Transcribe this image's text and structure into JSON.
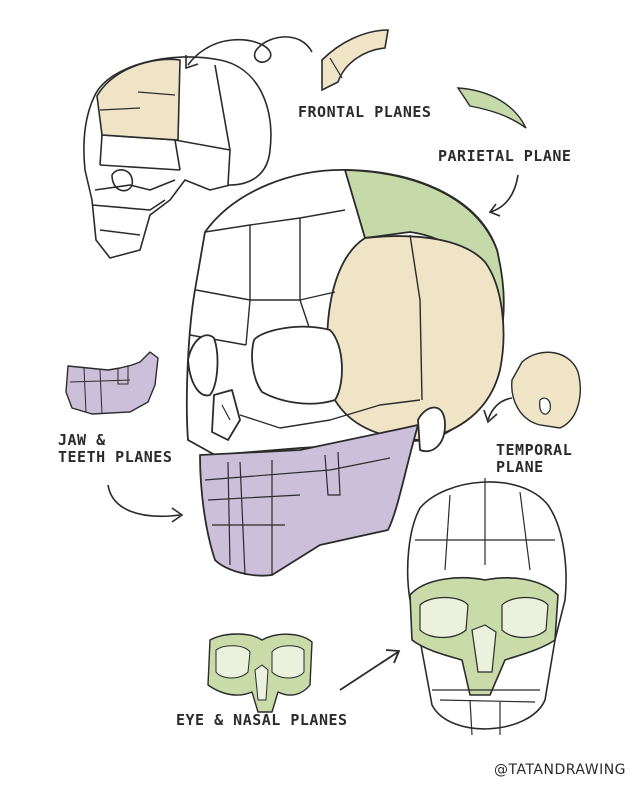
{
  "labels": {
    "frontal": "FRONTAL PLANES",
    "parietal": "PARIETAL PLANE",
    "jaw_line1": "JAW &",
    "jaw_line2": "TEETH PLANES",
    "temporal_line1": "TEMPORAL",
    "temporal_line2": "PLANE",
    "eye_nasal": "EYE & NASAL PLANES"
  },
  "credit": "@TATANDRAWING",
  "colors": {
    "frontal": "#efe4c6",
    "parietal": "#c6d9a8",
    "temporal": "#efe4c6",
    "jaw": "#cbbfda",
    "eye_nasal": "#c9dba8",
    "ink": "#2b2b2b"
  }
}
